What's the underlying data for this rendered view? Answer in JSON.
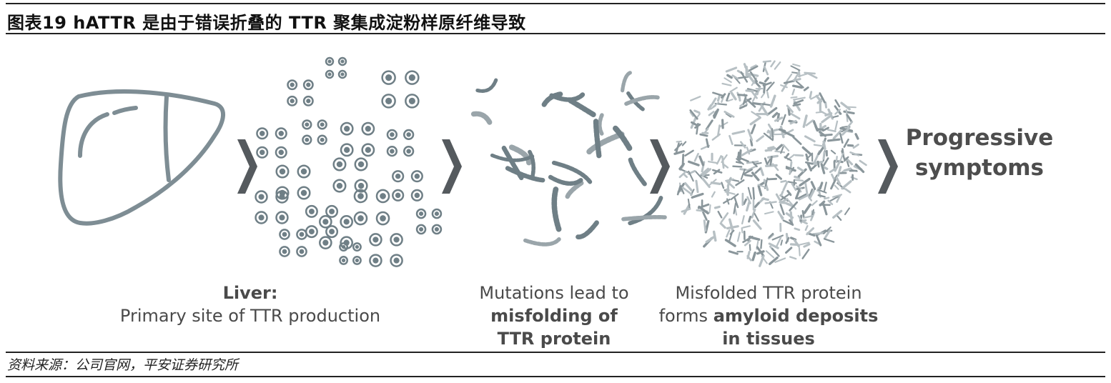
{
  "figure": {
    "title": "图表19    hATTR 是由于错误折叠的 TTR 聚集成淀粉样原纤维导致",
    "source": "资料来源：公司官网，平安证券研究所"
  },
  "steps": [
    {
      "icon": "liver-icon",
      "caption_bold": "Liver:",
      "caption_rest": "Primary site of TTR production"
    },
    {
      "icon": "native-ttr-tetramers-illustration",
      "caption_bold": "",
      "caption_rest": ""
    },
    {
      "icon": "misfolded-ttr-monomers-illustration",
      "caption_pre": "Mutations lead to",
      "caption_bold": "misfolding of TTR protein"
    },
    {
      "icon": "amyloid-fibril-deposits-illustration",
      "caption_pre": "Misfolded TTR protein forms",
      "caption_bold": "amyloid deposits in tissues"
    }
  ],
  "outcome": {
    "line1": "Progressive",
    "line2": "symptoms"
  },
  "colors": {
    "text": "#4a4a4a",
    "arrow": "#555a5e",
    "protein": "#6f7f86",
    "liver_outline": "#7e8d94"
  }
}
